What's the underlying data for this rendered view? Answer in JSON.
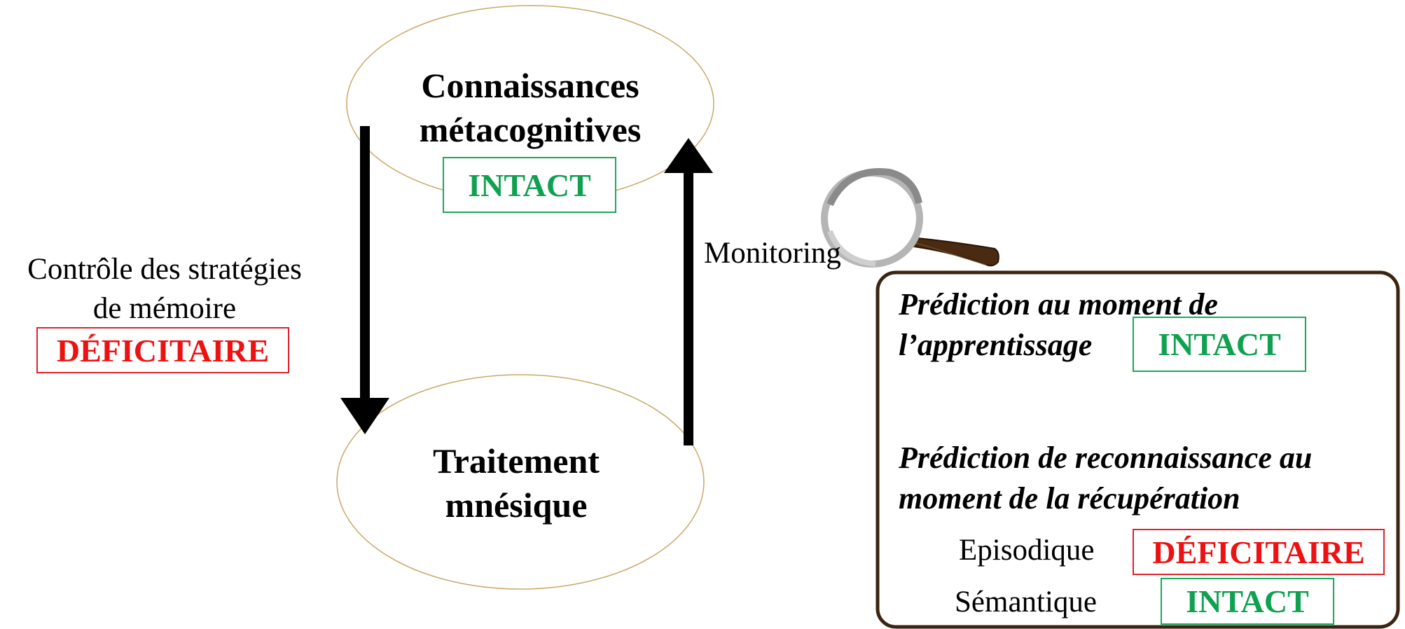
{
  "colors": {
    "intact": "#0fa150",
    "deficit": "#ee1111",
    "ellipse_stroke": "#c8a867",
    "box_stroke": "#3b2510",
    "arrow": "#000000",
    "handle": "#4a2a10"
  },
  "nodes": {
    "top": {
      "line1": "Connaissances",
      "line2": "métacognitives",
      "status": "INTACT"
    },
    "bottom": {
      "line1": "Traitement",
      "line2": "mnésique"
    }
  },
  "control": {
    "line1": "Contrôle des stratégies",
    "line2": "de mémoire",
    "status": "DÉFICITAIRE"
  },
  "monitoring": {
    "label": "Monitoring"
  },
  "panel": {
    "learning": {
      "line1": "Prédiction au moment de",
      "line2": "l’apprentissage",
      "status": "INTACT"
    },
    "retrieval": {
      "line1": "Prédiction de reconnaissance au",
      "line2": "moment de la récupération",
      "rows": [
        {
          "label": "Episodique",
          "status": "DÉFICITAIRE"
        },
        {
          "label": "Sémantique",
          "status": "INTACT"
        }
      ]
    }
  },
  "icons": {
    "magnifier": "magnifying-glass-icon"
  }
}
